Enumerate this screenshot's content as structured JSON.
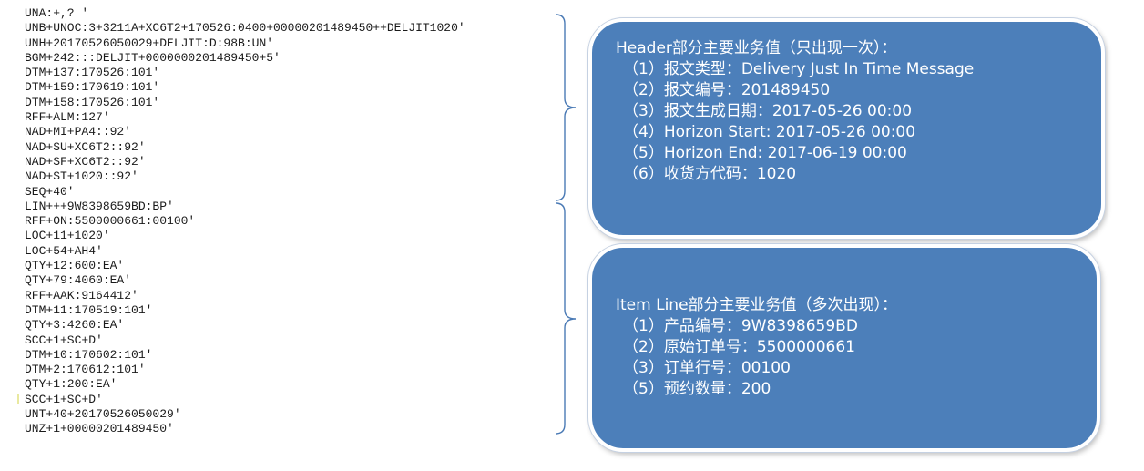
{
  "edi_lines": [
    "UNA:+,? '",
    "UNB+UNOC:3+3211A+XC6T2+170526:0400+00000201489450++DELJIT1020'",
    "UNH+20170526050029+DELJIT:D:98B:UN'",
    "BGM+242:::DELJIT+0000000201489450+5'",
    "DTM+137:170526:101'",
    "DTM+159:170619:101'",
    "DTM+158:170526:101'",
    "RFF+ALM:127'",
    "NAD+MI+PA4::92'",
    "NAD+SU+XC6T2::92'",
    "NAD+SF+XC6T2::92'",
    "NAD+ST+1020::92'",
    "SEQ+40'",
    "LIN+++9W8398659BD:BP'",
    "RFF+ON:5500000661:00100'",
    "LOC+11+1020'",
    "LOC+54+AH4'",
    "QTY+12:600:EA'",
    "QTY+79:4060:EA'",
    "RFF+AAK:9164412'",
    "DTM+11:170519:101'",
    "QTY+3:4260:EA'",
    "SCC+1+SC+D'",
    "DTM+10:170602:101'",
    "DTM+2:170612:101'",
    "QTY+1:200:EA'",
    "SCC+1+SC+D'",
    "UNT+40+20170526050029'",
    "UNZ+1+00000201489450'"
  ],
  "header_box": {
    "title": "Header部分主要业务值（只出现一次）：",
    "items": [
      "（1）报文类型：Delivery Just In Time Message",
      "（2）报文编号：201489450",
      "（3）报文生成日期：2017-05-26  00:00",
      "（4）Horizon Start:  2017-05-26  00:00",
      "（5）Horizon End: 2017-06-19  00:00",
      "（6）收货方代码：1020"
    ]
  },
  "item_box": {
    "title": "Item Line部分主要业务值（多次出现）：",
    "items": [
      "（1）产品编号：9W8398659BD",
      "（2）原始订单号：5500000661",
      "（3）订单行号：00100",
      "（5）预约数量：200"
    ]
  },
  "colors": {
    "box_fill": "#4c7fba",
    "brace": "#4a7ab5",
    "text_on_box": "#ffffff"
  }
}
